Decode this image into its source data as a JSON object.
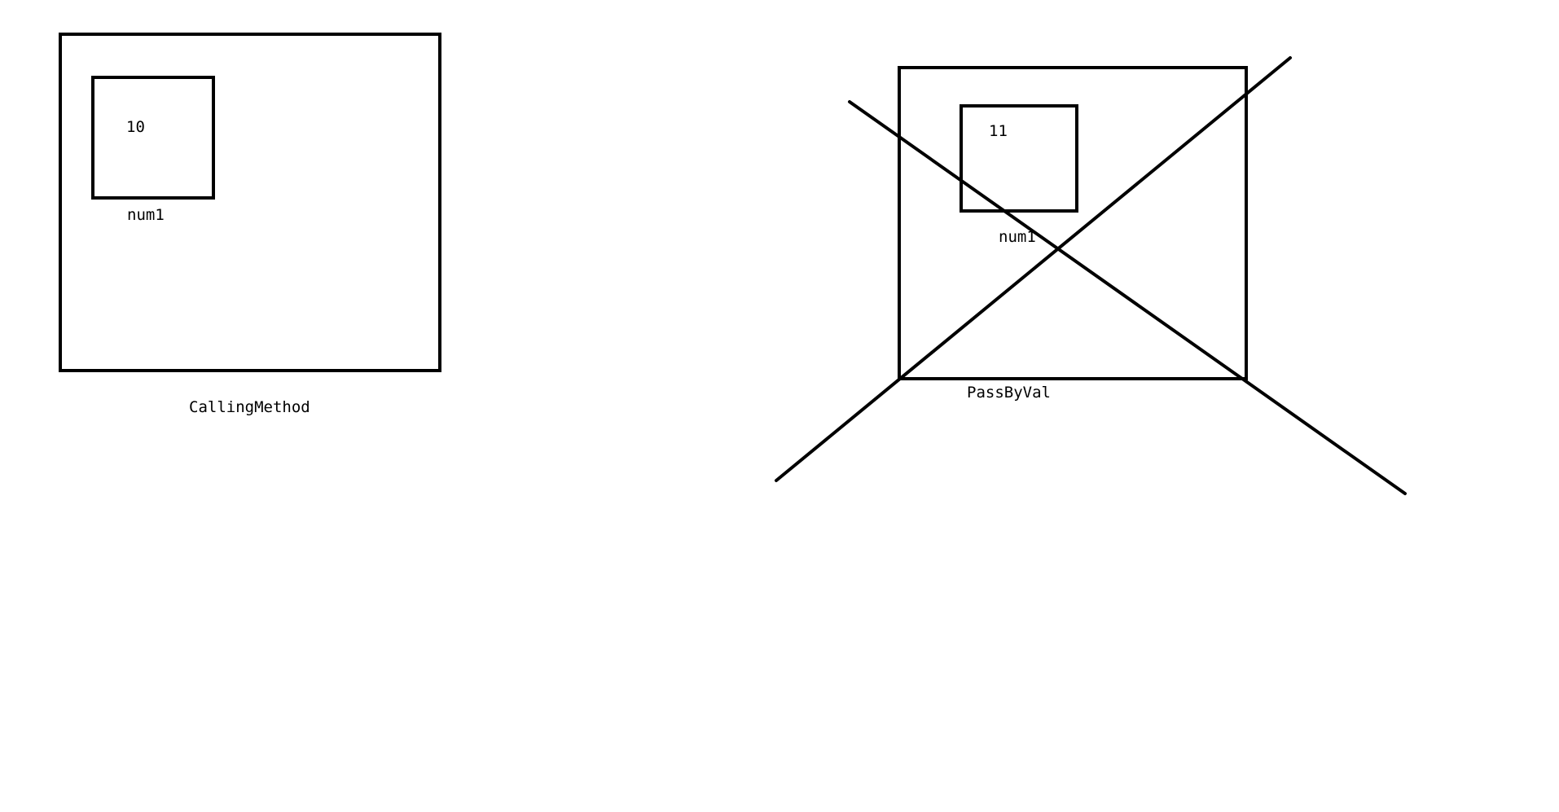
{
  "frames": {
    "calling_method": {
      "label": "CallingMethod",
      "variable": {
        "name": "num1",
        "value": "10"
      }
    },
    "pass_by_val": {
      "label": "PassByVal",
      "crossed_out": true,
      "variable": {
        "name": "num1",
        "value": "11"
      }
    }
  },
  "colors": {
    "stroke": "#000000",
    "background": "#ffffff"
  }
}
